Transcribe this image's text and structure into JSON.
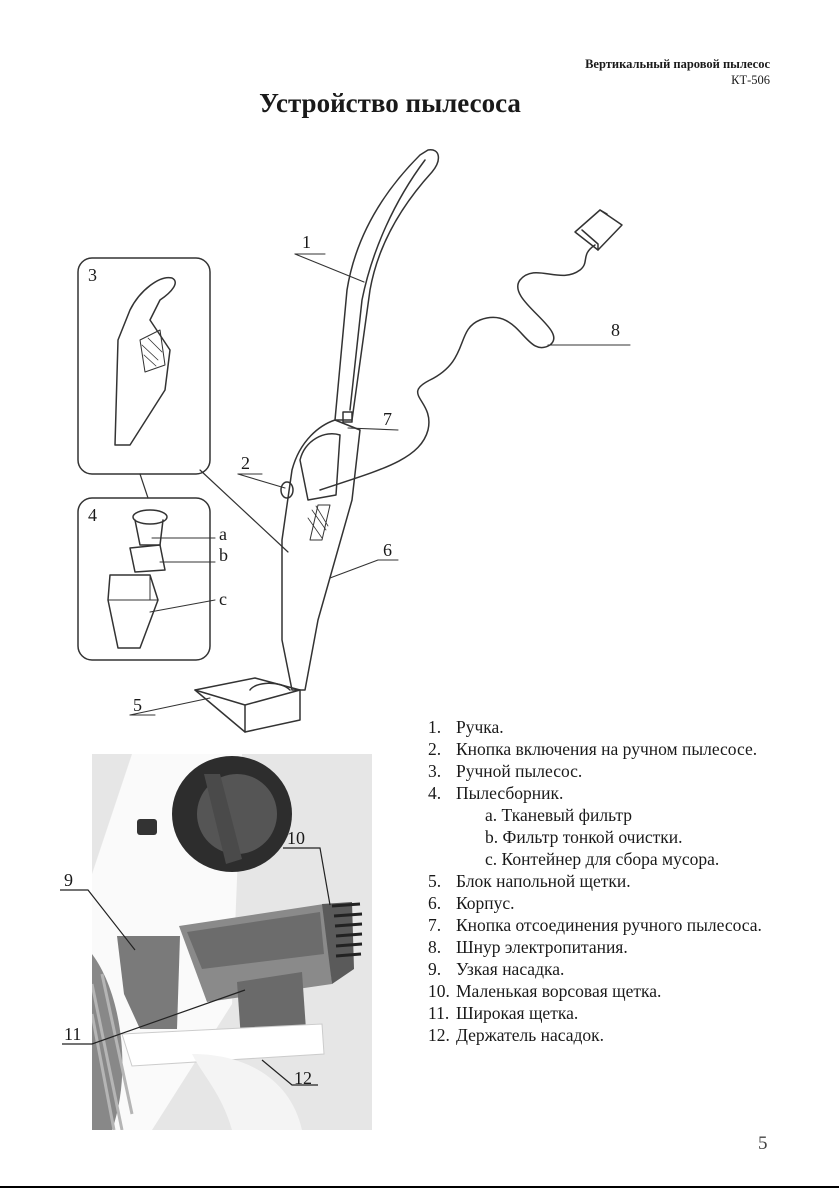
{
  "header": {
    "model_name": "Вертикальный паровой пылесос",
    "model_code": "КТ-506"
  },
  "title": "Устройство пылесоса",
  "callouts": {
    "c1": "1",
    "c2": "2",
    "c3": "3",
    "c4": "4",
    "c5": "5",
    "c6": "6",
    "c7": "7",
    "c8": "8",
    "ca": "a",
    "cb": "b",
    "cc": "c",
    "c9": "9",
    "c10": "10",
    "c11": "11",
    "c12": "12"
  },
  "parts": [
    {
      "num": "1.",
      "text": "Ручка."
    },
    {
      "num": "2.",
      "text": "Кнопка включения на ручном пылесосе."
    },
    {
      "num": "3.",
      "text": "Ручной пылесос."
    },
    {
      "num": "4.",
      "text": "Пылесборник."
    },
    {
      "num": "5.",
      "text": "Блок напольной щетки."
    },
    {
      "num": "6.",
      "text": "Корпус."
    },
    {
      "num": "7.",
      "text": "Кнопка отсоединения ручного пылесоса."
    },
    {
      "num": "8.",
      "text": "Шнур электропитания."
    },
    {
      "num": "9.",
      "text": "Узкая насадка."
    },
    {
      "num": "10.",
      "text": "Маленькая ворсовая щетка."
    },
    {
      "num": "11.",
      "text": "Широкая щетка."
    },
    {
      "num": "12.",
      "text": "Держатель насадок."
    }
  ],
  "subparts": [
    "a. Тканевый фильтр",
    "b. Фильтр тонкой очистки.",
    "c. Контейнер для сбора мусора."
  ],
  "page_number": "5"
}
